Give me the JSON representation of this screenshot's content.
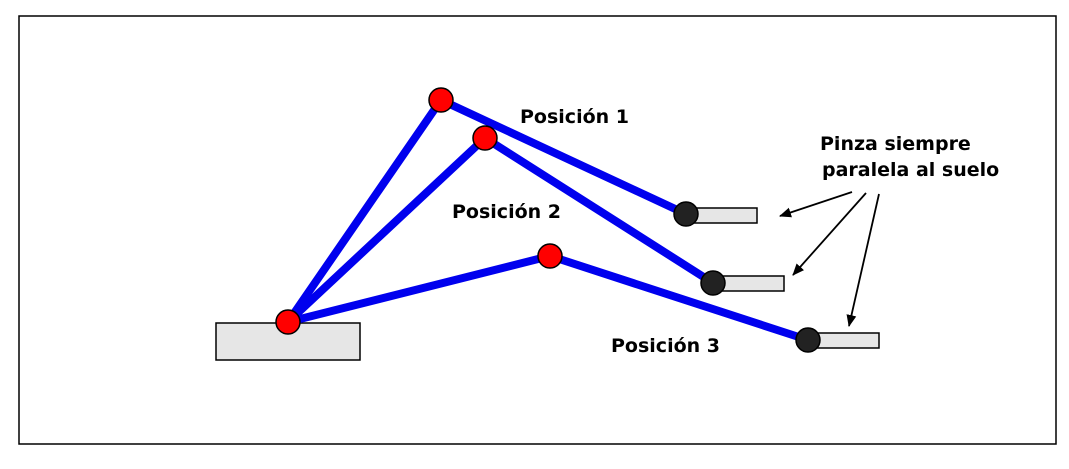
{
  "labels": {
    "position_1": "Posición 1",
    "position_2": "Posición 2",
    "position_3": "Posición 3",
    "gripper_note_line1": "Pinza siempre",
    "gripper_note_line2": "paralela al suelo"
  },
  "colors": {
    "frame": "#000000",
    "link": "#0000ee",
    "joint": "#ff0000",
    "end_joint": "#222222",
    "gripper_fill": "#e6e6e6",
    "base_fill": "#e6e6e6"
  }
}
